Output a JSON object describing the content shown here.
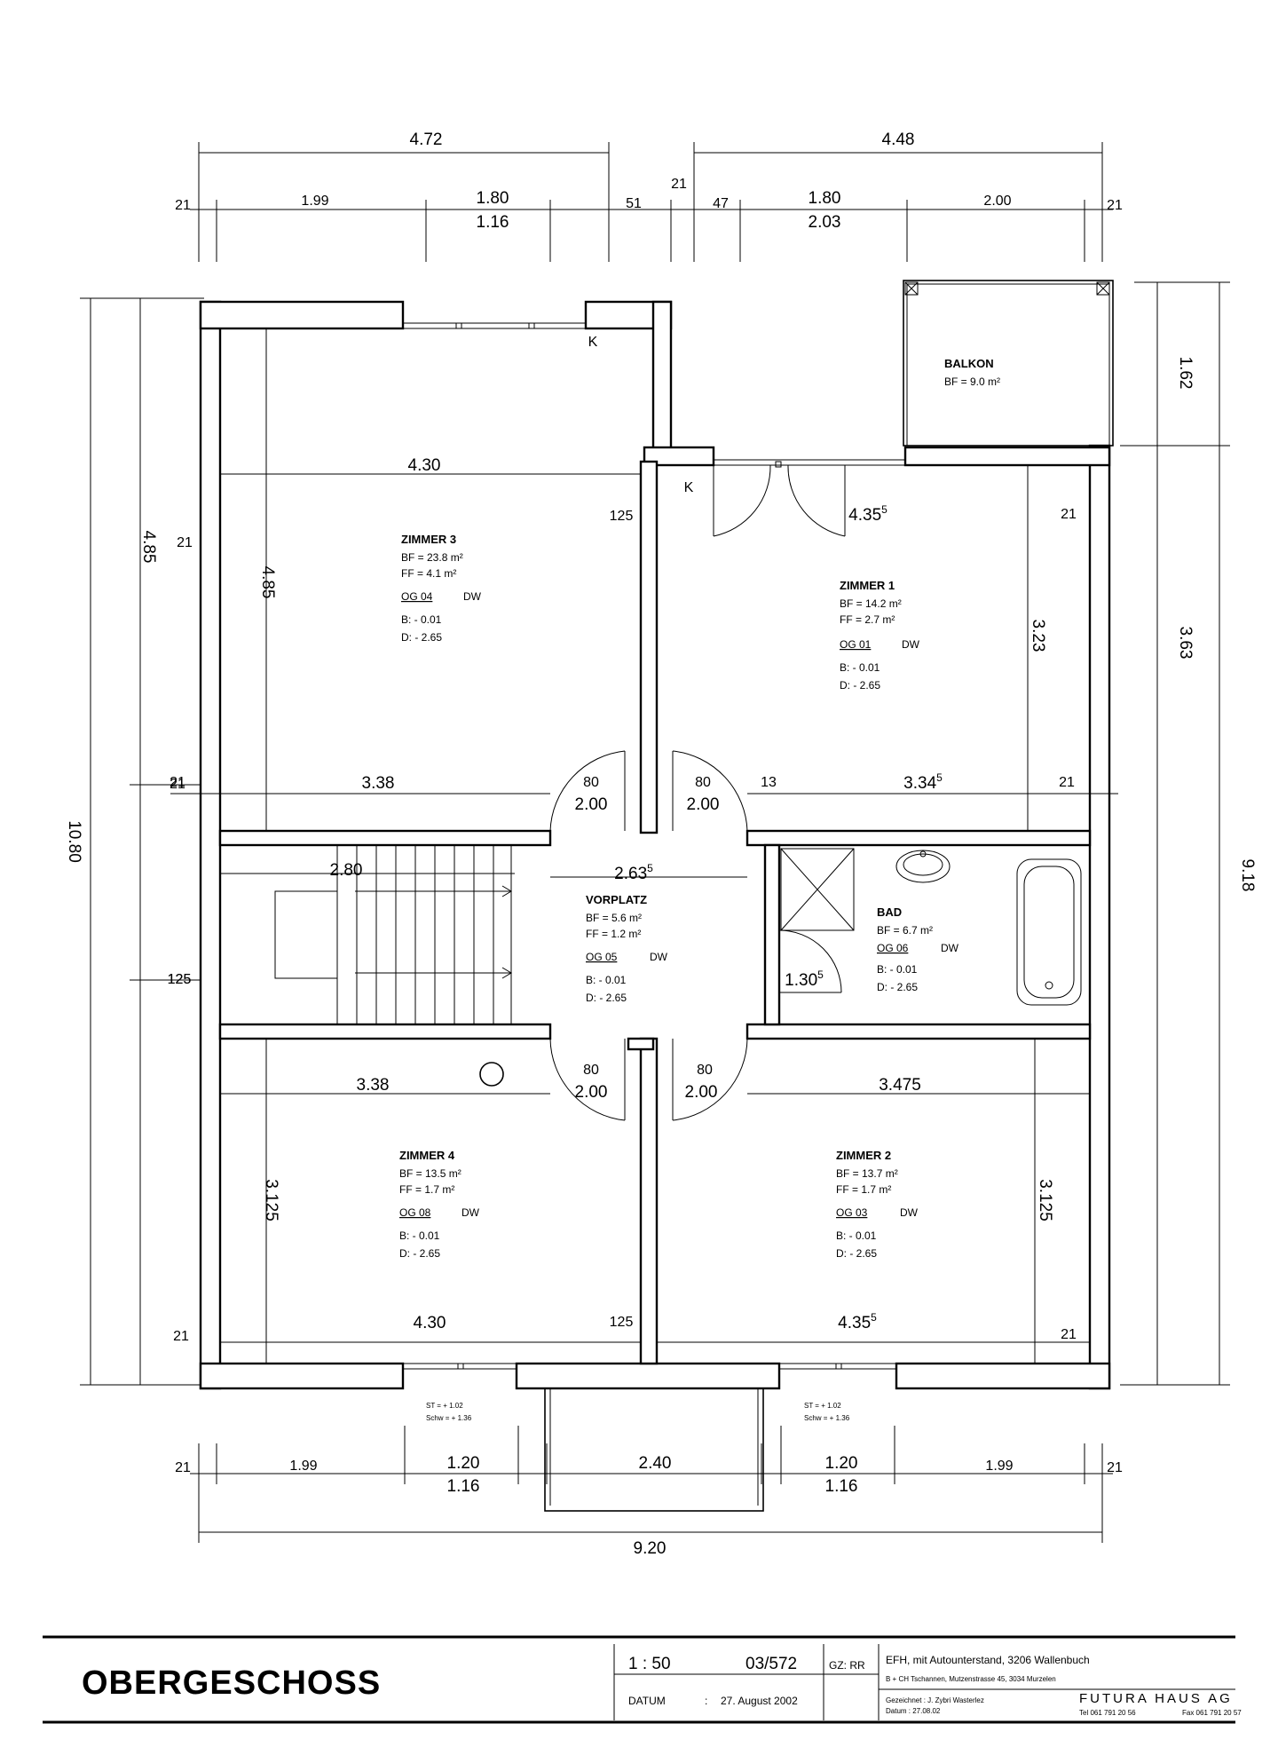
{
  "drawing": {
    "top_dims": {
      "left_total": "4.72",
      "right_total": "4.48",
      "l21": "21",
      "l199": "1.99",
      "l180": "1.80",
      "l116": "1.16",
      "l51": "51",
      "c21": "21",
      "r47": "47",
      "r180": "1.80",
      "r203": "2.03",
      "r200": "2.00",
      "r21": "21"
    },
    "bottom_dims": {
      "l21": "21",
      "l199": "1.99",
      "l120": "1.20",
      "l116": "1.16",
      "c240": "2.40",
      "r120": "1.20",
      "r116": "1.16",
      "r199": "1.99",
      "r21": "21",
      "total": "9.20"
    },
    "left_dims": {
      "total": "10.80",
      "upper": "4.85",
      "a21": "21",
      "b21": "21",
      "c125": "125",
      "d21": "21"
    },
    "right_dims": {
      "balkon": "1.62",
      "mid": "3.63",
      "total": "9.18"
    },
    "interior": {
      "z3_width": "4.30",
      "z3_height": "4.85",
      "z3_125": "125",
      "z1_width": "4.35",
      "z1_sup": "5",
      "z1_21": "21",
      "z1_height": "3.23",
      "upper_left_21": "21",
      "upper_left_w": "3.38",
      "d80a": "80",
      "d200a": "2.00",
      "d80b": "80",
      "d200b": "2.00",
      "d13": "13",
      "upper_right_w": "3.34",
      "upper_right_sup": "5",
      "upper_right_21": "21",
      "stair_w": "2.80",
      "vp_w": "2.63",
      "vp_sup": "5",
      "left_125": "125",
      "bad_w": "1.30",
      "bad_sup": "5",
      "lower_left_w": "3.38",
      "d80c": "80",
      "d200c": "2.00",
      "d80d": "80",
      "d200d": "2.00",
      "lower_right_w": "3.475",
      "z4_height": "3.125",
      "z2_height": "3.125",
      "z4_width": "4.30",
      "mid_125": "125",
      "z2_width": "4.35",
      "z2_sup": "5",
      "bl21": "21",
      "br21": "21",
      "k1": "K",
      "k2": "K"
    },
    "rooms": {
      "balkon": {
        "name": "BALKON",
        "bf": "BF  =  9.0 m²"
      },
      "zimmer3": {
        "name": "ZIMMER 3",
        "bf": "BF  =  23.8 m²",
        "ff": "FF  =  4.1 m²",
        "og": "OG 04",
        "dw": "DW",
        "b": "B:  -  0.01",
        "d": "D:  -  2.65"
      },
      "zimmer1": {
        "name": "ZIMMER 1",
        "bf": "BF  =  14.2 m²",
        "ff": "FF  =  2.7 m²",
        "og": "OG 01",
        "dw": "DW",
        "b": "B:  -  0.01",
        "d": "D:  -  2.65"
      },
      "vorplatz": {
        "name": "VORPLATZ",
        "bf": "BF  =  5.6 m²",
        "ff": "FF  =  1.2 m²",
        "og": "OG 05",
        "dw": "DW",
        "b": "B:  -  0.01",
        "d": "D:  -  2.65"
      },
      "bad": {
        "name": "BAD",
        "bf": "BF  =  6.7 m²",
        "og": "OG 06",
        "dw": "DW",
        "b": "B:  -  0.01",
        "d": "D:  -  2.65"
      },
      "zimmer4": {
        "name": "ZIMMER 4",
        "bf": "BF  =  13.5 m²",
        "ff": "FF  =  1.7 m²",
        "og": "OG 08",
        "dw": "DW",
        "b": "B:  -  0.01",
        "d": "D:  -  2.65"
      },
      "zimmer2": {
        "name": "ZIMMER 2",
        "bf": "BF  =  13.7 m²",
        "ff": "FF  =  1.7 m²",
        "og": "OG 03",
        "dw": "DW",
        "b": "B:  -  0.01",
        "d": "D:  -  2.65"
      }
    },
    "window_notes": {
      "left_st": "ST  =  + 1.02",
      "left_schw": "Schw = + 1.36",
      "right_st": "ST  =  + 1.02",
      "right_schw": "Schw = + 1.36"
    }
  },
  "title_block": {
    "title": "OBERGESCHOSS",
    "scale": "1 :  50",
    "plan_no": "03/572",
    "gz": "GZ: RR",
    "datum_label": "DATUM",
    "datum_sep": ":",
    "datum_value": "27. August 2002",
    "project": "EFH, mit Autounterstand, 3206 Wallenbuch",
    "client": "B + CH Tschannen, Mutzenstrasse 45, 3034 Murzelen",
    "drawn_by": "Gezeichnet : J. Zybri Wasterlez",
    "date_small": "Datum :  27.08.02",
    "company": "FUTURA HAUS AG",
    "company_tel": "Tel 061 791 20 56",
    "company_fax": "Fax 061 791 20 57"
  }
}
